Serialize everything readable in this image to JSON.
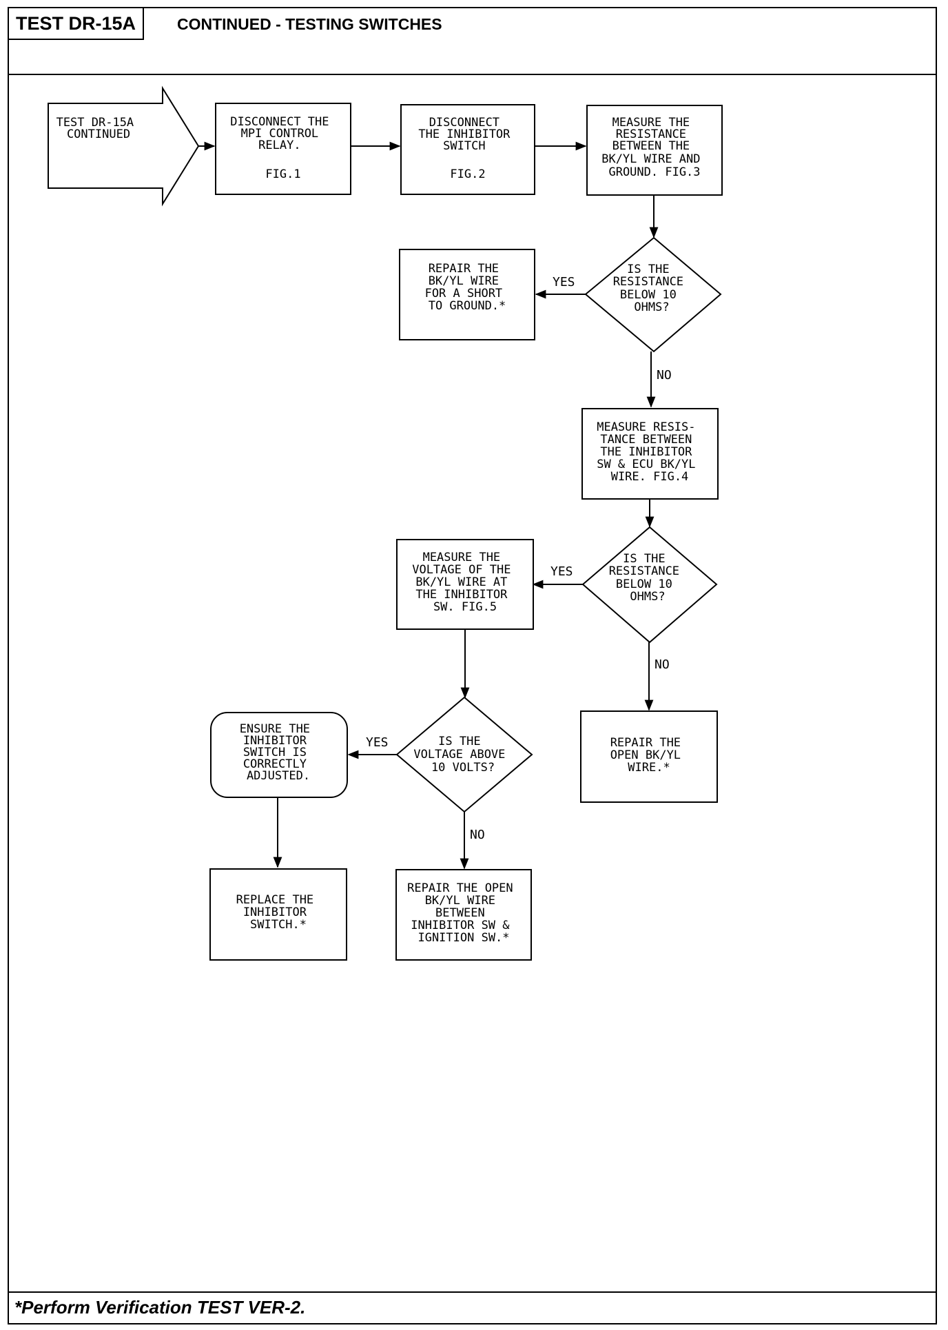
{
  "header": {
    "test_id": "TEST DR-15A",
    "title": "CONTINUED - TESTING SWITCHES"
  },
  "footer": {
    "note": "*Perform Verification TEST VER-2."
  },
  "flowchart": {
    "start": [
      "TEST DR-15A",
      "CONTINUED"
    ],
    "step1": [
      "DISCONNECT THE",
      "MPI CONTROL",
      "RELAY.",
      "",
      "FIG.1"
    ],
    "step2": [
      "DISCONNECT",
      "THE INHIBITOR",
      "SWITCH",
      "",
      "FIG.2"
    ],
    "step3": [
      "MEASURE THE",
      "RESISTANCE",
      "BETWEEN THE",
      "BK/YL WIRE AND",
      "GROUND. FIG.3"
    ],
    "decision1": [
      "IS THE",
      "RESISTANCE",
      "BELOW 10",
      "OHMS?"
    ],
    "repair1": [
      "REPAIR THE",
      "BK/YL WIRE",
      "FOR A SHORT",
      "TO GROUND.*"
    ],
    "step4": [
      "MEASURE RESIS-",
      "TANCE BETWEEN",
      "THE INHIBITOR",
      "SW & ECU BK/YL",
      "WIRE. FIG.4"
    ],
    "decision2": [
      "IS THE",
      "RESISTANCE",
      "BELOW 10",
      "OHMS?"
    ],
    "step5": [
      "MEASURE THE",
      "VOLTAGE OF THE",
      "BK/YL WIRE AT",
      "THE INHIBITOR",
      "SW. FIG.5"
    ],
    "repair2": [
      "REPAIR THE",
      "OPEN BK/YL",
      "WIRE.*"
    ],
    "decision3": [
      "IS THE",
      "VOLTAGE ABOVE",
      "10 VOLTS?"
    ],
    "ensure": [
      "ENSURE THE",
      "INHIBITOR",
      "SWITCH IS",
      "CORRECTLY",
      "ADJUSTED."
    ],
    "replace": [
      "REPLACE THE",
      "INHIBITOR",
      "SWITCH.*"
    ],
    "repair3": [
      "REPAIR THE OPEN",
      "BK/YL WIRE",
      "BETWEEN",
      "INHIBITOR SW &",
      "IGNITION SW.*"
    ],
    "labels": {
      "d1_yes": "YES",
      "d1_no": "NO",
      "d2_yes": "YES",
      "d2_no": "NO",
      "d3_yes": "YES",
      "d3_no": "NO"
    }
  }
}
